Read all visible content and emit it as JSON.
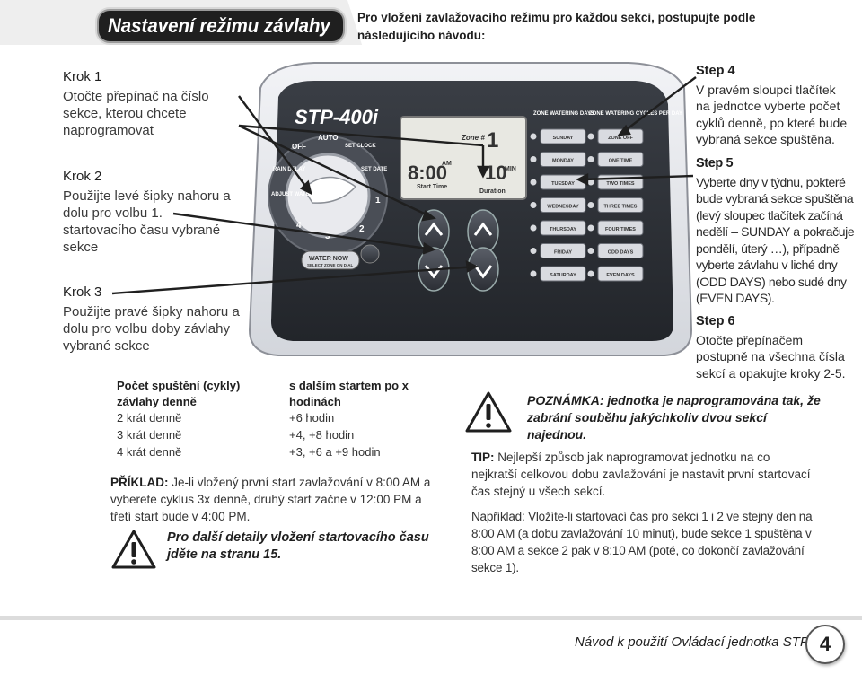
{
  "header": {
    "title": "Nastavení režimu závlahy",
    "intro": "Pro vložení zavlažovacího režimu pro každou sekci, postupujte podle následujícího návodu:"
  },
  "left_steps": [
    {
      "title": "Krok 1",
      "text": "Otočte přepínač na číslo sekce, kterou chcete naprogramovat"
    },
    {
      "title": "Krok 2",
      "text": "Použijte levé šipky nahoru a dolu pro volbu 1. startovacího času vybrané sekce"
    },
    {
      "title": "Krok 3",
      "text": "Použijte pravé šipky nahoru a dolu pro volbu doby závlahy vybrané sekce"
    }
  ],
  "cycles_table": {
    "header_col1": "Počet spuštění (cykly) závlahy denně",
    "header_col2": "s dalším startem po x hodinách",
    "rows": [
      {
        "count": "2 krát denně",
        "offset": "+6 hodin"
      },
      {
        "count": "3 krát denně",
        "offset": "+4, +8 hodin"
      },
      {
        "count": "4 krát denně",
        "offset": "+3, +6 a +9 hodin"
      }
    ]
  },
  "example": {
    "label": "PŘÍKLAD:",
    "text": " Je-li vložený první start zavlažování v 8:00 AM a vyberete cyklus 3x denně, druhý start začne v 12:00 PM a třetí start bude v 4:00 PM."
  },
  "note_left": "Pro další detaily vložení startovacího času jděte na stranu 15.",
  "right_steps": [
    {
      "title": "Step 4",
      "text": "V pravém sloupci tlačítek na jednotce vyberte počet cyklů denně, po které bude vybraná sekce spuštěna."
    },
    {
      "title": "Step 5",
      "text": "Vyberte dny v týdnu, pokteré bude vybraná sekce spuštěna (levý sloupec tlačítek začíná nedělí – SUNDAY a pokračuje pondělí, úterý …), případně vyberte závlahu v liché dny (ODD DAYS) nebo sudé dny (EVEN DAYS)."
    },
    {
      "title": "Step 6",
      "text": "Otočte přepínačem postupně na všechna čísla sekcí a opakujte kroky 2-5."
    }
  ],
  "note_right": "POZNÁMKA: jednotka je naprogramována tak, že zabrání souběhu jakýchkoliv dvou sekcí najednou.",
  "tip": {
    "label": "TIP:",
    "text": " Nejlepší způsob jak naprogramovat jednotku na co nejkratší celkovou dobu zavlažování je nastavit první startovací čas stejný u všech sekcí."
  },
  "tip_example": "Například: Vložíte-li startovací čas pro sekci 1 i 2 ve stejný den na 8:00 AM (a dobu zavlažování 10 minut), bude sekce 1 spuštěna v 8:00 AM a sekce 2 pak v 8:10 AM (poté, co dokončí zavlažování sekce 1).",
  "footer": {
    "text": "Návod k použití Ovládací jednotka STPi",
    "page_number": "4"
  },
  "controller": {
    "model": "STP-400i",
    "dial_labels": {
      "auto": "AUTO",
      "off": "OFF",
      "set_clock": "SET CLOCK",
      "set_date": "SET DATE",
      "rain_delay": "RAIN DELAY",
      "adjust_water": "ADJUST WATER",
      "zones": [
        "1",
        "2",
        "3",
        "4"
      ]
    },
    "water_now": "WATER NOW",
    "water_now_sub": "SELECT ZONE ON DIAL",
    "lcd": {
      "zone_label": "Zone #",
      "zone_value": "1",
      "time": "8:00",
      "am": "AM",
      "start_time_label": "Start Time",
      "duration_value": "10",
      "duration_unit": "MIN",
      "duration_label": "Duration"
    },
    "days_header": "ZONE WATERING DAYS",
    "cycles_header": "ZONE WATERING CYCLES PER DAY",
    "days": [
      "SUNDAY",
      "MONDAY",
      "TUESDAY",
      "WEDNESDAY",
      "THURSDAY",
      "FRIDAY",
      "SATURDAY"
    ],
    "cycles": [
      "ZONE OFF",
      "ONE TIME",
      "TWO TIMES",
      "THREE TIMES",
      "FOUR TIMES",
      "ODD DAYS",
      "EVEN DAYS"
    ]
  },
  "colors": {
    "title_bg": "#1f1f1f",
    "text": "#1f1f1f",
    "callout": "#1f1f1f",
    "device_body": "#e6e8ec",
    "device_panel": "#2b2e34",
    "lcd": "#e8e8e2"
  }
}
